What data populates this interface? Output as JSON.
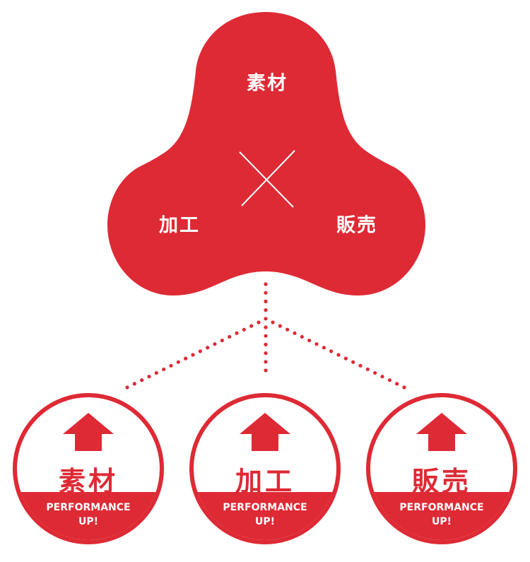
{
  "colors": {
    "accent": "#de2a35"
  },
  "blob": {
    "top_label": "素材",
    "left_label": "加工",
    "right_label": "販売",
    "center_icon": "cross-icon"
  },
  "badges": [
    {
      "name": "素材",
      "line1": "PERFORMANCE",
      "line2": "UP!",
      "icon": "arrow-up-icon"
    },
    {
      "name": "加工",
      "line1": "PERFORMANCE",
      "line2": "UP!",
      "icon": "arrow-up-icon"
    },
    {
      "name": "販売",
      "line1": "PERFORMANCE",
      "line2": "UP!",
      "icon": "arrow-up-icon"
    }
  ]
}
